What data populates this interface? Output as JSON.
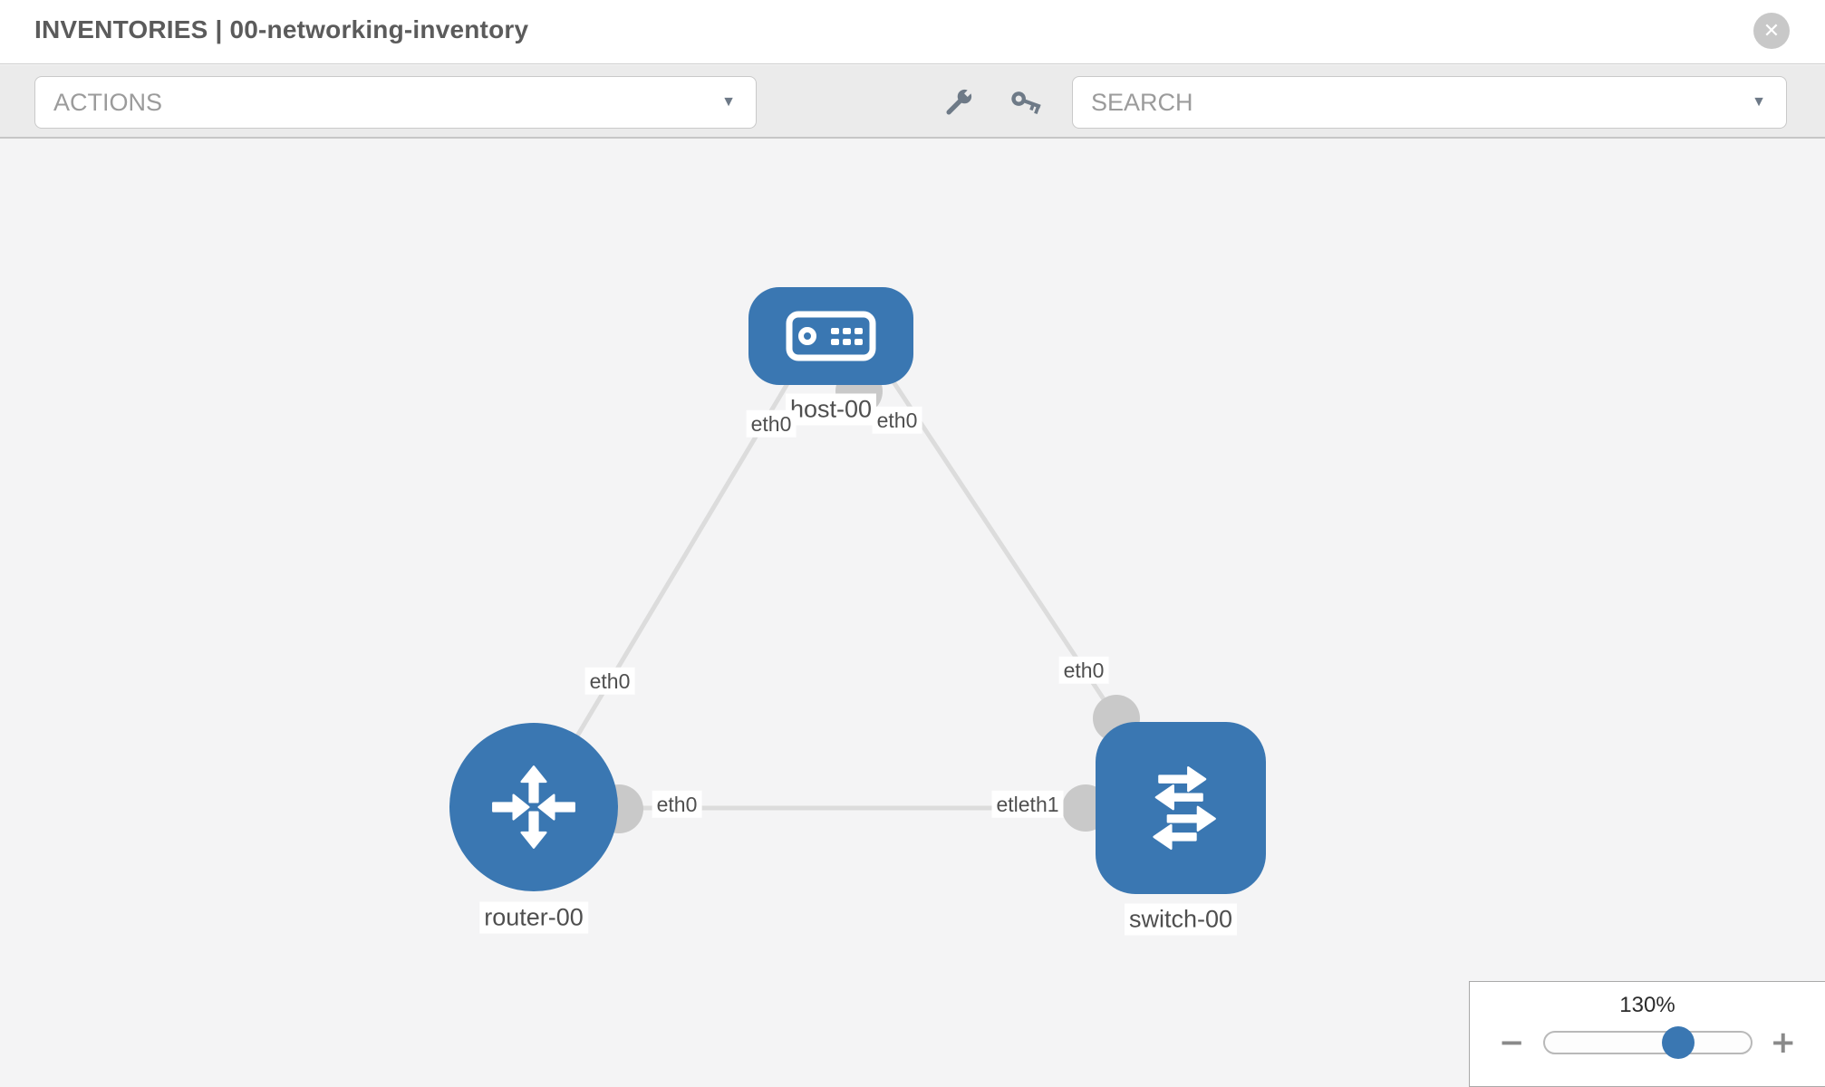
{
  "header": {
    "title": "INVENTORIES | 00-networking-inventory"
  },
  "glyphs": {
    "close": "✕",
    "caret": "▼",
    "minus": "−",
    "plus": "+"
  },
  "toolbar": {
    "actions_label": "ACTIONS",
    "search_label": "SEARCH"
  },
  "topology": {
    "nodes": [
      {
        "label": "host-00",
        "type": "host"
      },
      {
        "label": "router-00",
        "type": "router"
      },
      {
        "label": "switch-00",
        "type": "switch"
      }
    ],
    "links": [
      {
        "from": "host-00",
        "to": "router-00",
        "from_label": "eth0",
        "to_label": "eth0"
      },
      {
        "from": "host-00",
        "to": "switch-00",
        "from_label": "eth0",
        "to_label": "eth0"
      },
      {
        "from": "router-00",
        "to": "switch-00",
        "from_label": "eth0",
        "to_label": "etleth1"
      }
    ]
  },
  "zoom_control": {
    "level": "130%"
  },
  "colors": {
    "node_blue": "#3a77b2",
    "interface_gray": "#c9c9c9",
    "link_gray": "#dcdcdc",
    "icon_slate": "#6e7a87",
    "thumb_blue": "#3a77b2",
    "canvas_bg": "#f4f4f5"
  }
}
